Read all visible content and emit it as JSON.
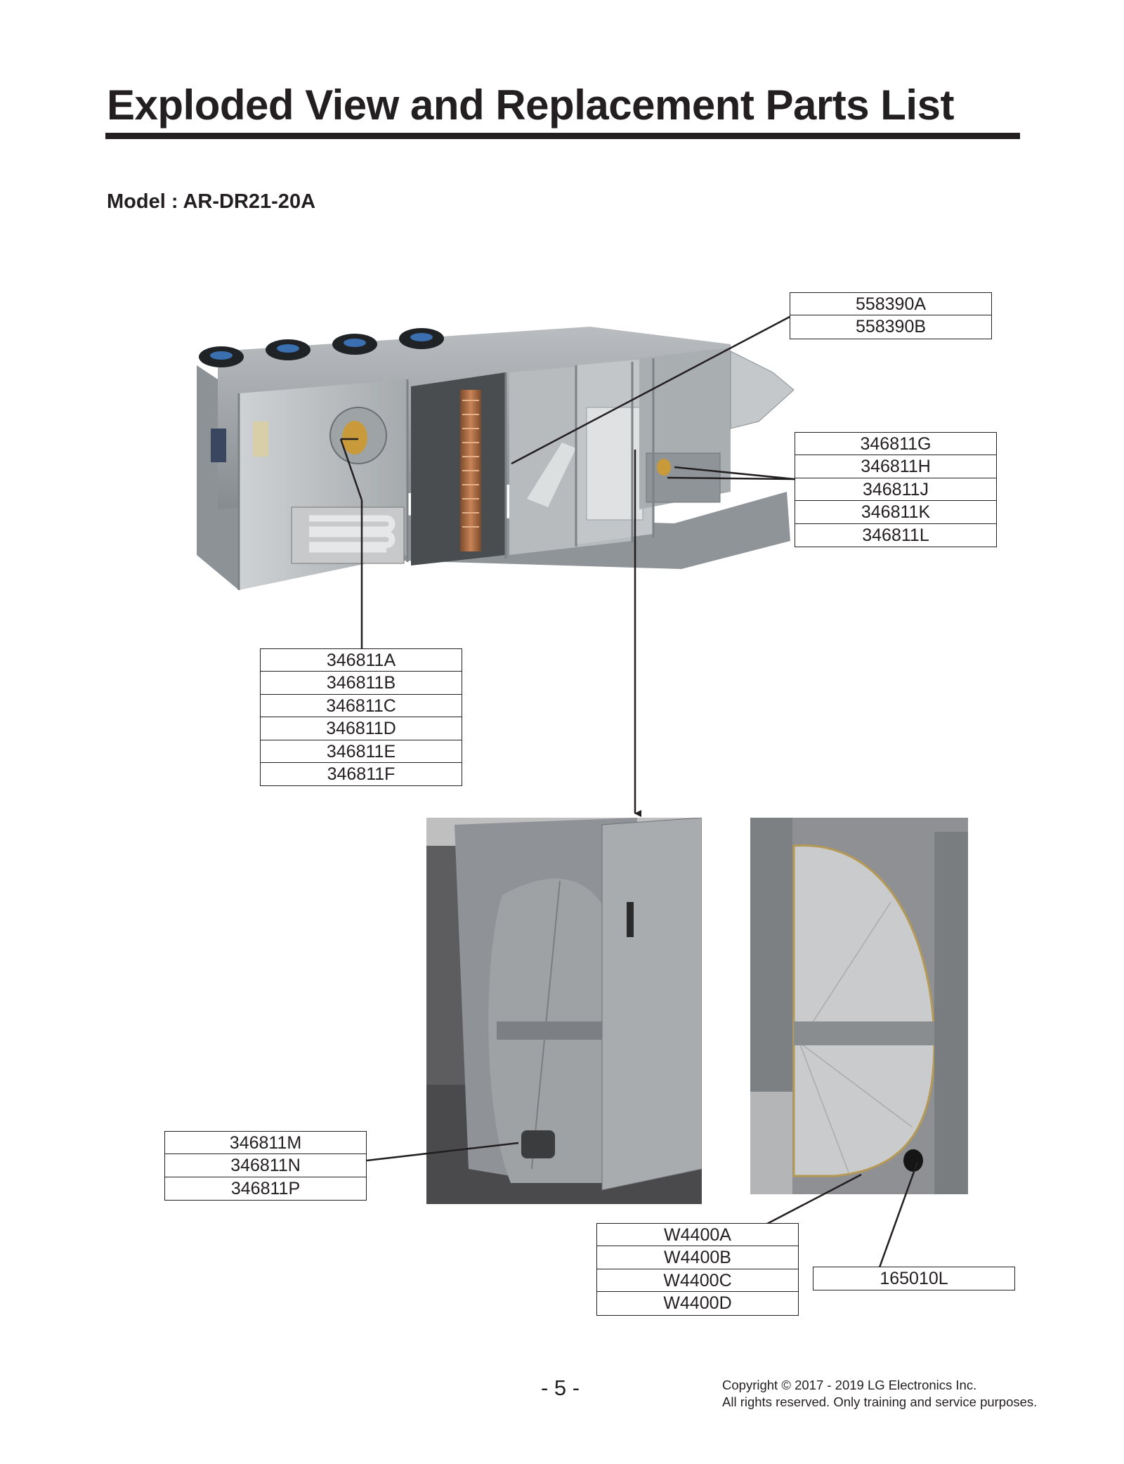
{
  "header": {
    "title": "Exploded View and Replacement Parts List",
    "model_label": "Model : AR-DR21-20A"
  },
  "callouts": {
    "top_right_a": [
      "558390A",
      "558390B"
    ],
    "top_right_b": [
      "346811G",
      "346811H",
      "346811J",
      "346811K",
      "346811L"
    ],
    "left_mid": [
      "346811A",
      "346811B",
      "346811C",
      "346811D",
      "346811E",
      "346811F"
    ],
    "left_low": [
      "346811M",
      "346811N",
      "346811P"
    ],
    "bottom_mid": [
      "W4400A",
      "W4400B",
      "W4400C",
      "W4400D"
    ],
    "bottom_right": [
      "165010L"
    ]
  },
  "footer": {
    "page_number": "- 5 -",
    "copyright_line1": "Copyright © 2017 - 2019 LG Electronics Inc.",
    "copyright_line2": "All rights reserved. Only training and service purposes."
  },
  "colors": {
    "ink": "#231f20",
    "unit_gray": "#9ea3a6",
    "brass": "#c89a3a",
    "copper": "#b86a3a"
  },
  "icons": [
    "condenser-fan-icon",
    "energy-wheel-icon",
    "motor-icon"
  ]
}
